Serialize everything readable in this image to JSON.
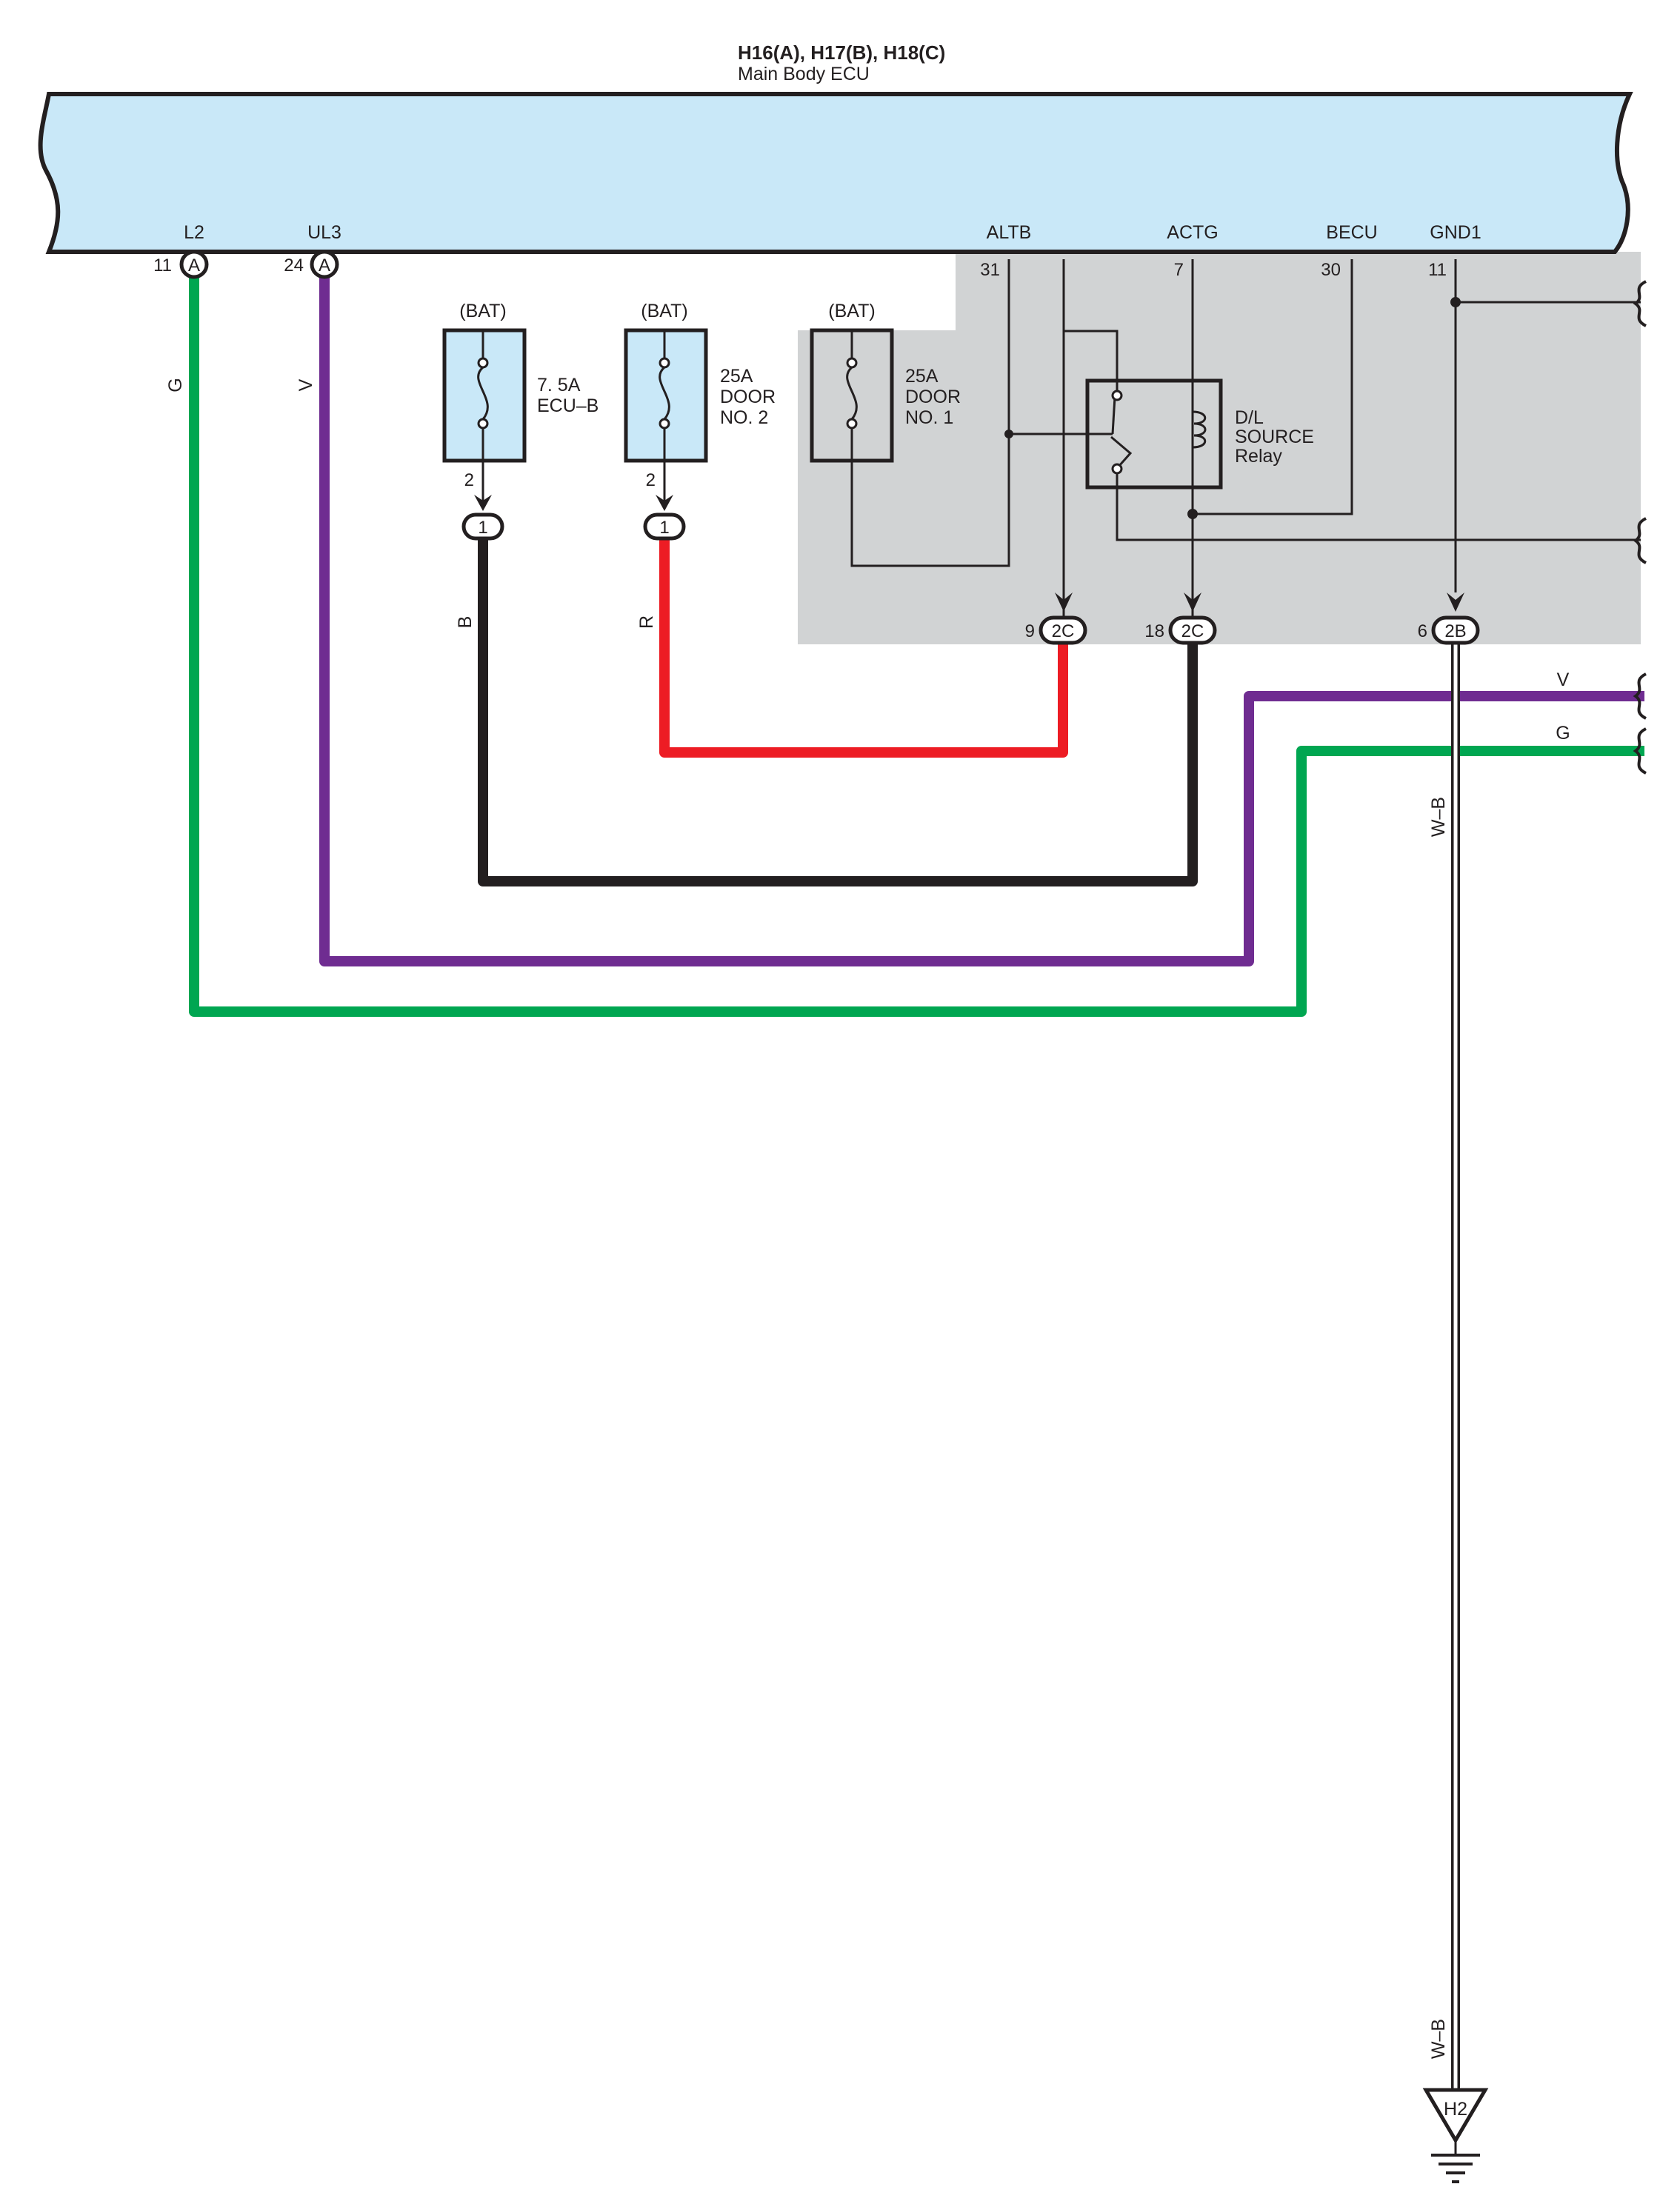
{
  "ecu": {
    "title": "H16(A), H17(B), H18(C)",
    "subtitle": "Main Body ECU",
    "terminals": [
      {
        "name": "L2",
        "pin": "11",
        "conn": "A"
      },
      {
        "name": "UL3",
        "pin": "24",
        "conn": "A"
      },
      {
        "name": "ALTB",
        "pin": "31"
      },
      {
        "name": "ACTG",
        "pin": "7"
      },
      {
        "name": "BECU",
        "pin": "30"
      },
      {
        "name": "GND1",
        "pin": "11"
      }
    ]
  },
  "fuses": [
    {
      "source": "(BAT)",
      "rating": "7. 5A",
      "name_1": "ECU–B",
      "name_2": "",
      "pin": "2",
      "junction": "1"
    },
    {
      "source": "(BAT)",
      "rating": "25A",
      "name_1": "DOOR",
      "name_2": "NO. 2",
      "pin": "2",
      "junction": "1"
    },
    {
      "source": "(BAT)",
      "rating": "25A",
      "name_1": "DOOR",
      "name_2": "NO. 1"
    }
  ],
  "relay": {
    "line1": "D/L",
    "line2": "SOURCE",
    "line3": "Relay"
  },
  "connectors": [
    {
      "pin": "9",
      "conn": "2C"
    },
    {
      "pin": "18",
      "conn": "2C"
    },
    {
      "pin": "6",
      "conn": "2B"
    }
  ],
  "wires": {
    "g": "G",
    "v": "V",
    "b": "B",
    "r": "R",
    "v_right": "V",
    "g_right": "G",
    "wb_top": "W–B",
    "wb_bottom": "W–B"
  },
  "ground": {
    "label": "H2"
  },
  "colors": {
    "green": "#00a651",
    "violet": "#6f2c91",
    "black": "#231f20",
    "red": "#ed1c24",
    "ecu_fill": "#c9e8f8",
    "junction_block": "#d1d3d4"
  },
  "icons": [
    "fuse-icon",
    "relay-icon",
    "ground-icon",
    "wire-break-icon"
  ]
}
